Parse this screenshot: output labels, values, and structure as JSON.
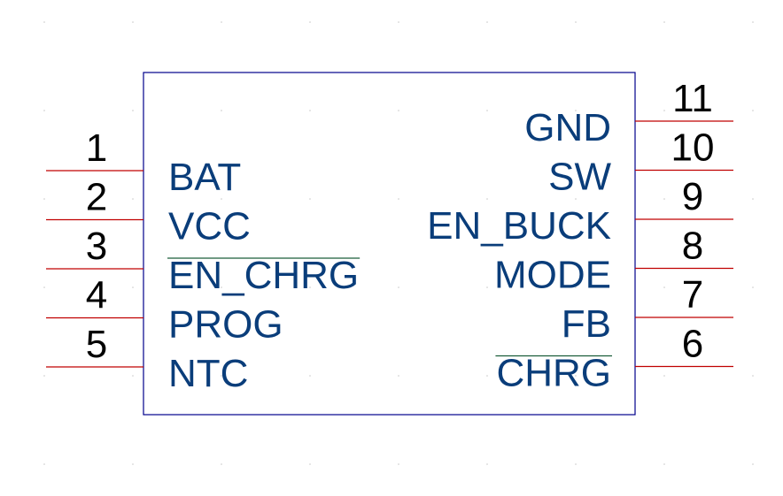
{
  "colors": {
    "background": "#ffffff",
    "grid_dot": "#c8c8c8",
    "body_outline": "#00008b",
    "pin_line": "#c00000",
    "pin_name": "#0a3d7a",
    "pin_number": "#000000",
    "overline": "#1a5e3a"
  },
  "component": {
    "left_pins": [
      {
        "number": "1",
        "name": "BAT",
        "overline": false
      },
      {
        "number": "2",
        "name": "VCC",
        "overline": false
      },
      {
        "number": "3",
        "name": "EN_CHRG",
        "overline": true
      },
      {
        "number": "4",
        "name": "PROG",
        "overline": false
      },
      {
        "number": "5",
        "name": "NTC",
        "overline": false
      }
    ],
    "right_pins": [
      {
        "number": "11",
        "name": "GND",
        "overline": false
      },
      {
        "number": "10",
        "name": "SW",
        "overline": false
      },
      {
        "number": "9",
        "name": "EN_BUCK",
        "overline": false
      },
      {
        "number": "8",
        "name": "MODE",
        "overline": false
      },
      {
        "number": "7",
        "name": "FB",
        "overline": false
      },
      {
        "number": "6",
        "name": "CHRG",
        "overline": true
      }
    ]
  }
}
